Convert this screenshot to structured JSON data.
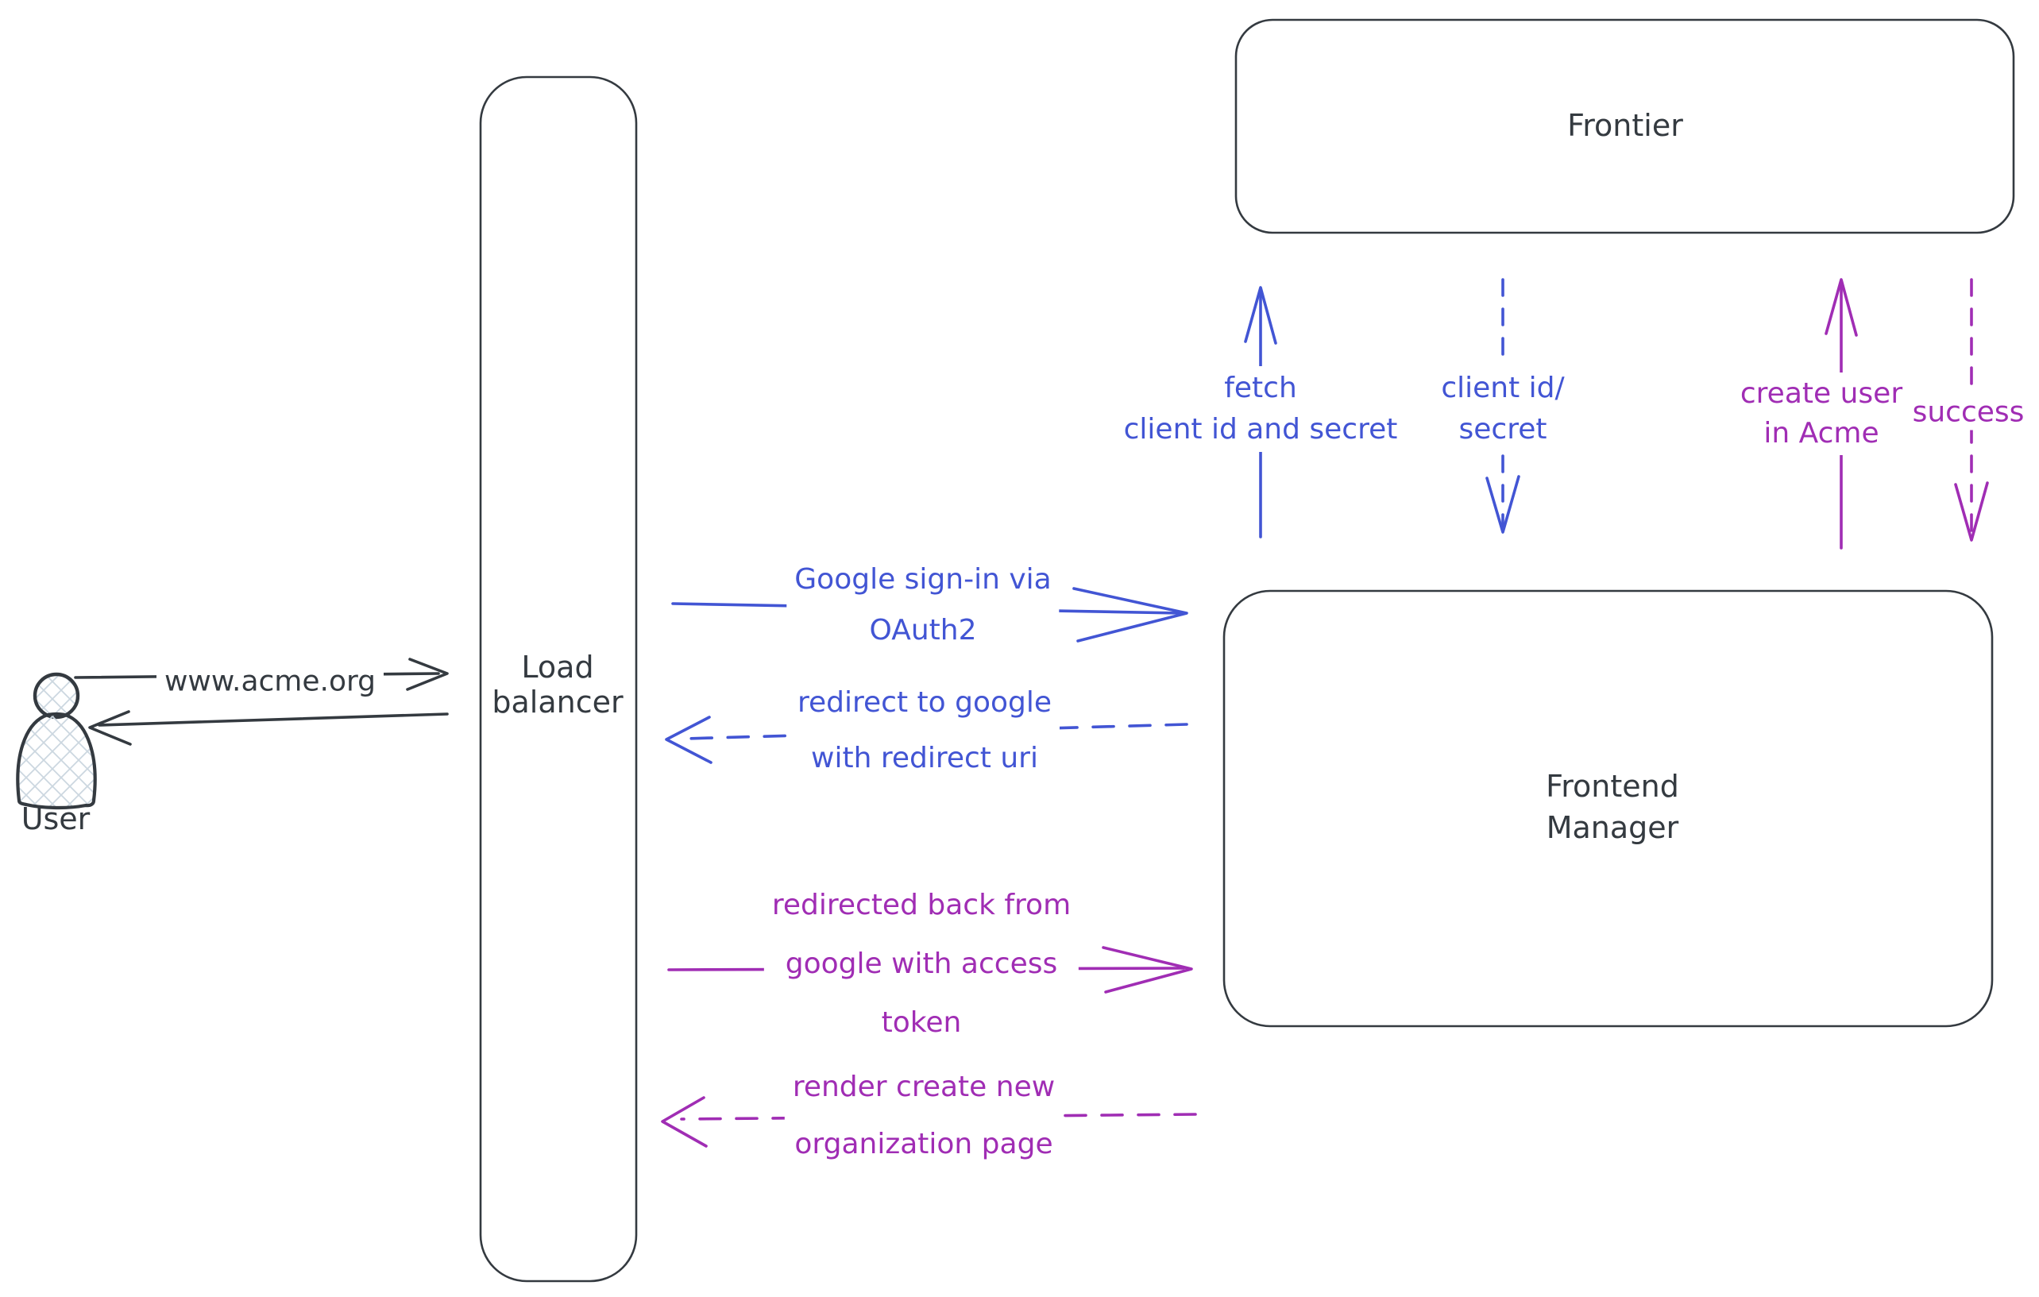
{
  "diagram": {
    "nodes": {
      "user": {
        "label": "User"
      },
      "load_balancer": {
        "line1": "Load",
        "line2": "balancer"
      },
      "frontier": {
        "label": "Frontier"
      },
      "frontend_manager": {
        "line1": "Frontend",
        "line2": "Manager"
      }
    },
    "flows": {
      "acme_request": {
        "label": "www.acme.org"
      },
      "google_signin": {
        "line1": "Google sign-in via",
        "line2": "OAuth2"
      },
      "redirect_google": {
        "line1": "redirect to google",
        "line2": "with redirect uri"
      },
      "fetch_secret": {
        "line1": "fetch",
        "line2": "client id and secret"
      },
      "client_id_secret": {
        "line1": "client id/",
        "line2": "secret"
      },
      "create_user": {
        "line1": "create user",
        "line2": "in Acme"
      },
      "success": {
        "label": "success"
      },
      "redirected_back": {
        "line1": "redirected back from",
        "line2": "google with access",
        "line3": "token"
      },
      "render_org_page": {
        "line1": "render create new",
        "line2": "organization page"
      }
    },
    "colors": {
      "ink": "#343a40",
      "blue": "#4255d4",
      "purple": "#a02db4",
      "hatch": "#ccd7e0",
      "background": "#ffffff"
    }
  }
}
